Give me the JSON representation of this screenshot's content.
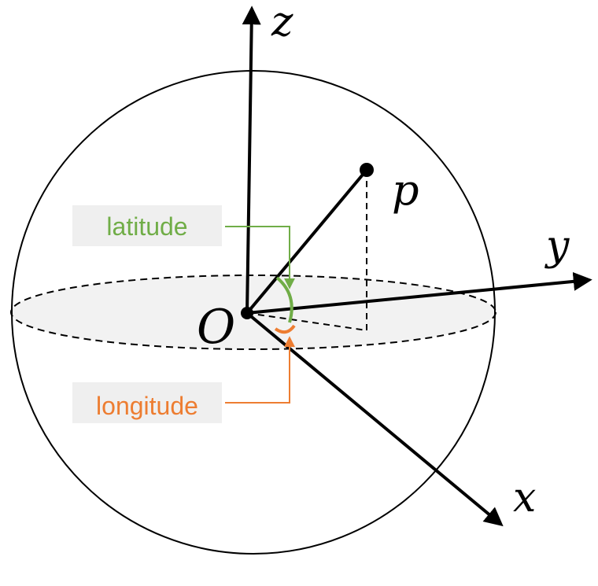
{
  "labels": {
    "z_axis": "z",
    "y_axis": "y",
    "x_axis": "x",
    "point": "p",
    "origin": "O",
    "latitude": "latitude",
    "longitude": "longitude"
  },
  "colors": {
    "latitude": "#70ad47",
    "longitude": "#ed7d31",
    "label_box": "#efefef",
    "equator_fill": "#f2f2f2",
    "stroke": "#000000"
  }
}
